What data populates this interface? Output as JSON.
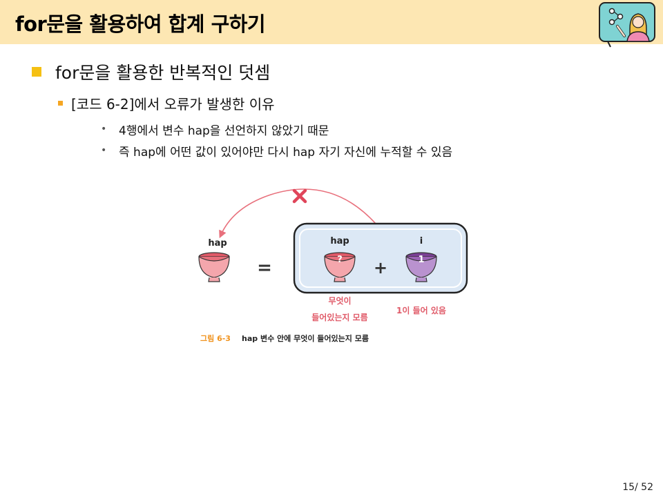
{
  "header": {
    "title": "for문을 활용하여 합계 구하기"
  },
  "content": {
    "level1": "for문을 활용한 반복적인 덧셈",
    "level2": "[코드 6-2]에서 오류가 발생한 이유",
    "level3": [
      "4행에서 변수 hap을 선언하지 않았기 때문",
      "즉 hap에 어떤 값이 있어야만 다시 hap 자기 자신에 누적할 수 있음"
    ]
  },
  "figure": {
    "left_label": "hap",
    "equals": "=",
    "plus": "+",
    "box_left_label": "hap",
    "box_right_label": "i",
    "unknown_mark": "?",
    "value_mark": "1",
    "note_left_line1": "무엇이",
    "note_left_line2": "들어있는지 모름",
    "note_right": "1이 들어 있음",
    "caption_num": "그림 6-3",
    "caption_text": "hap 변수 안에 무엇이 들어있는지 모름",
    "colors": {
      "pink": "#e8707c",
      "purple": "#9b62b5",
      "box_fill": "#dce8f5",
      "caption_orange": "#f0921c",
      "x_mark": "#e0455a"
    }
  },
  "page": {
    "number": "15/ 52"
  }
}
